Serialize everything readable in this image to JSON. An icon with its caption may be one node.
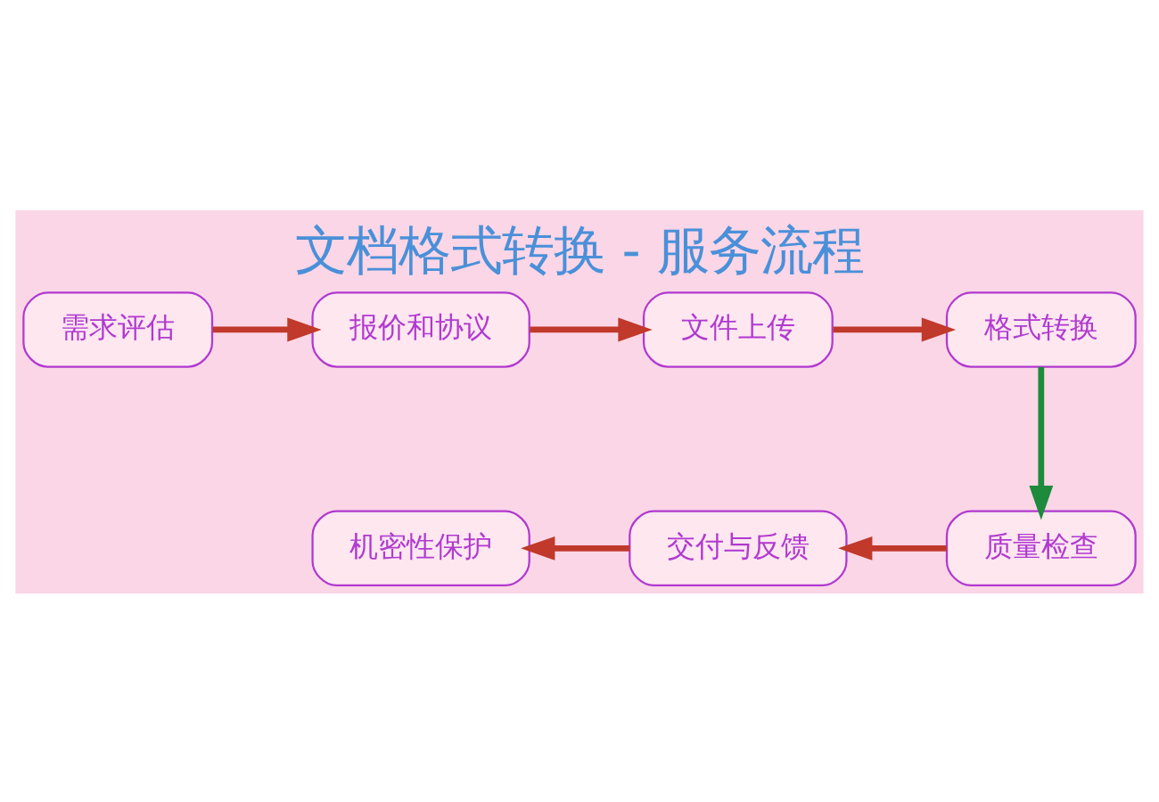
{
  "diagram": {
    "title": "文档格式转换 - 服务流程",
    "nodes": [
      {
        "text": [
          "需求评估"
        ]
      },
      {
        "text": [
          "报价和协议"
        ]
      },
      {
        "text": [
          "文件上传"
        ]
      },
      {
        "text": [
          "格式转换"
        ]
      },
      {
        "text": [
          "质量检查"
        ]
      },
      {
        "text": [
          "交付与反馈"
        ]
      },
      {
        "text": [
          "机密性保护"
        ]
      }
    ],
    "edges": [
      {
        "from": 0,
        "to": 1,
        "arrow": "to"
      },
      {
        "from": 1,
        "to": 2,
        "arrow": "to"
      },
      {
        "from": 2,
        "to": 3,
        "arrow": "to"
      },
      {
        "from": 3,
        "to": 4,
        "arrow": "to",
        "color": "#1e8a3c"
      },
      {
        "from": 4,
        "to": 5,
        "arrow": "to"
      },
      {
        "from": 5,
        "to": 6,
        "arrow": "to"
      }
    ]
  }
}
